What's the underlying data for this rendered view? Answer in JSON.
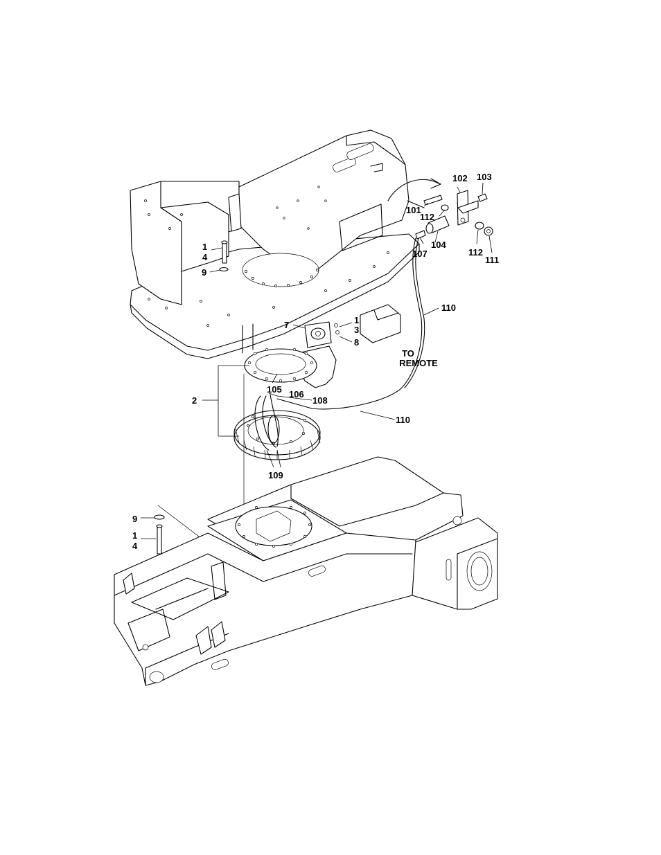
{
  "diagram": {
    "callouts": {
      "c1_top": "1",
      "c4_top": "4",
      "c9_top": "9",
      "c7": "7",
      "c1_mid": "1",
      "c3": "3",
      "c8": "8",
      "c2": "2",
      "c105": "105",
      "c106": "106",
      "c108": "108",
      "c109": "109",
      "c110_upper": "110",
      "c110_lower": "110",
      "c101": "101",
      "c102": "102",
      "c103": "103",
      "c104": "104",
      "c107": "107",
      "c111": "111",
      "c112_a": "112",
      "c112_b": "112",
      "c9_bottom": "9",
      "c1_bottom": "1",
      "c4_bottom": "4"
    },
    "note_line1": "TO",
    "note_line2": "REMOTE"
  }
}
